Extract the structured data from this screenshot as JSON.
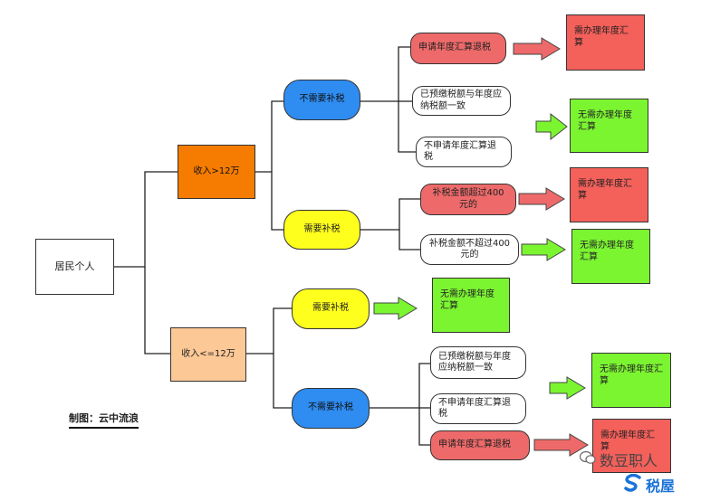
{
  "root": "居民个人",
  "high": {
    "label": "收入>12万",
    "no_pay": {
      "label": "不需要补税",
      "items": [
        "申请年度汇算退税",
        "已预缴税额与年度应纳税额一致",
        "不申请年度汇算退税"
      ],
      "result_red": "需办理年度汇算",
      "result_green": "无需办理年度汇算"
    },
    "pay": {
      "label": "需要补税",
      "items": [
        "补税金额超过400元的",
        "补税金额不超过400元的"
      ],
      "result_red": "需办理年度汇算",
      "result_green": "无需办理年度汇算"
    }
  },
  "low": {
    "label": "收入<=12万",
    "pay": {
      "label": "需要补税",
      "result_green": "无需办理年度汇算"
    },
    "no_pay": {
      "label": "不需要补税",
      "items": [
        "已预缴税额与年度应纳税额一致",
        "不申请年度汇算退税",
        "申请年度汇算退税"
      ],
      "result_green": "无需办理年度汇算",
      "result_red": "需办理年度汇算"
    }
  },
  "credit": "制图：云中流浪",
  "watermark": {
    "line1": "数豆职人",
    "line2": "税屋",
    "icon1": "wechat-icon",
    "icon2": "s-logo-icon"
  },
  "colors": {
    "orange": "#f57c00",
    "peach": "#fcc896",
    "blue": "#2f8cf0",
    "yellow": "#ffff1e",
    "red": "#ee6a6a",
    "green": "#7cf531"
  }
}
